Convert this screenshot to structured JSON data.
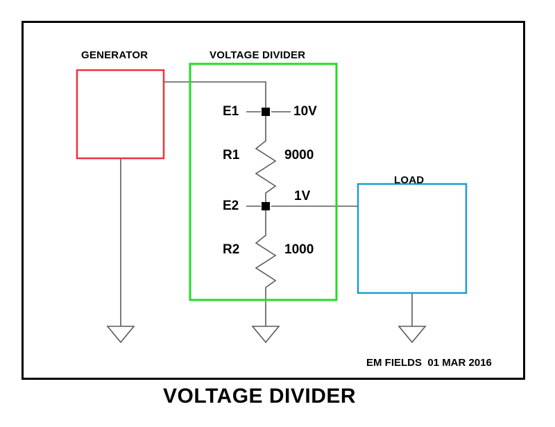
{
  "diagram": {
    "caption": "VOLTAGE DIVIDER",
    "footer": "EM FIELDS  01 MAR 2016",
    "colors": {
      "border": "#000000",
      "generator": "#E8343C",
      "divider": "#22DD22",
      "load": "#1C9AD6",
      "wire": "#5A5A5A",
      "text": "#000000"
    },
    "blocks": [
      {
        "id": "generator",
        "label": "GENERATOR",
        "color": "#E8343C"
      },
      {
        "id": "voltage_divider",
        "label": "VOLTAGE DIVIDER",
        "color": "#22DD22"
      },
      {
        "id": "load",
        "label": "LOAD",
        "color": "#1C9AD6"
      }
    ],
    "nodes": [
      {
        "id": "e1",
        "label": "E1",
        "voltage": "10V"
      },
      {
        "id": "e2",
        "label": "E2",
        "voltage": "1V"
      }
    ],
    "resistors": [
      {
        "id": "r1",
        "label": "R1",
        "value": "9000"
      },
      {
        "id": "r2",
        "label": "R2",
        "value": "1000"
      }
    ],
    "grounds": [
      {
        "id": "ground-generator"
      },
      {
        "id": "ground-divider"
      },
      {
        "id": "ground-load"
      }
    ]
  }
}
